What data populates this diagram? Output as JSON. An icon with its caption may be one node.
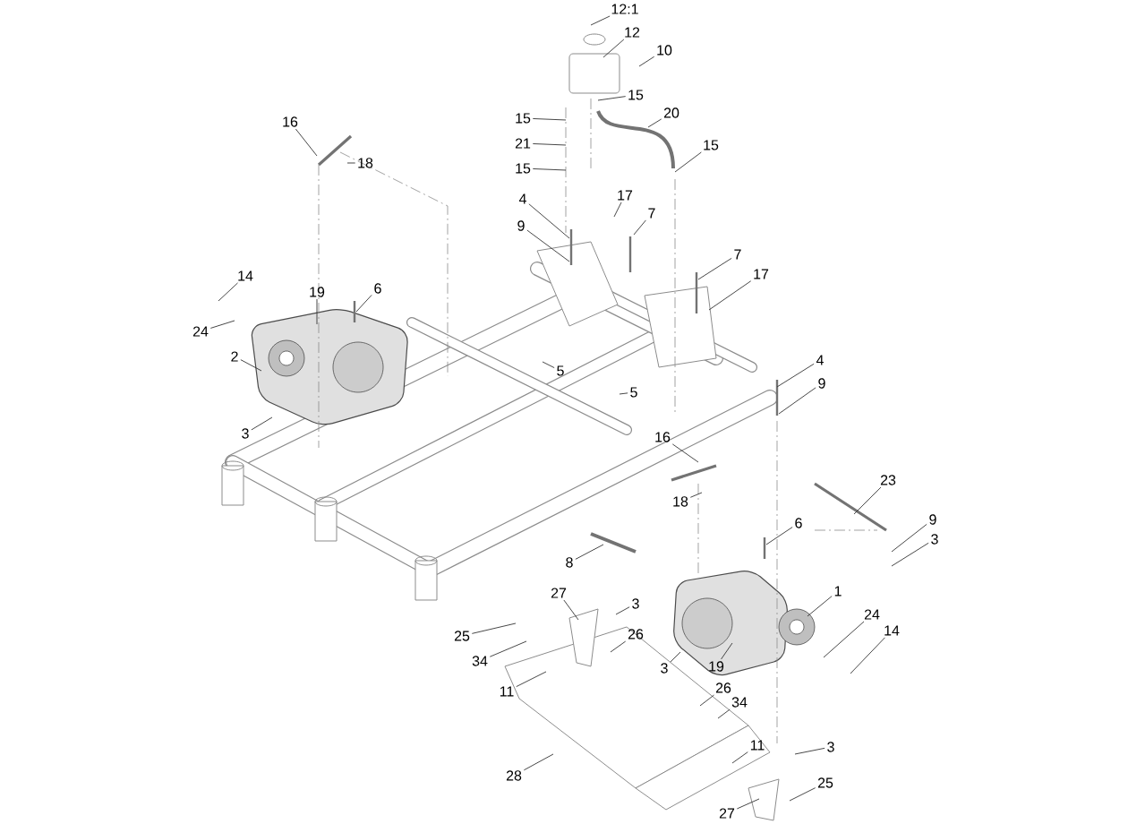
{
  "diagram": {
    "nodes": [
      {
        "text": [
          "12:1"
        ]
      },
      {
        "text": [
          "12"
        ]
      },
      {
        "text": [
          "10"
        ]
      },
      {
        "text": [
          "15"
        ]
      },
      {
        "text": [
          "20"
        ]
      },
      {
        "text": [
          "16"
        ]
      },
      {
        "text": [
          "15"
        ]
      },
      {
        "text": [
          "15"
        ]
      },
      {
        "text": [
          "21"
        ]
      },
      {
        "text": [
          "18"
        ]
      },
      {
        "text": [
          "15"
        ]
      },
      {
        "text": [
          "4"
        ]
      },
      {
        "text": [
          "17"
        ]
      },
      {
        "text": [
          "7"
        ]
      },
      {
        "text": [
          "9"
        ]
      },
      {
        "text": [
          "7"
        ]
      },
      {
        "text": [
          "17"
        ]
      },
      {
        "text": [
          "14"
        ]
      },
      {
        "text": [
          "6"
        ]
      },
      {
        "text": [
          "19"
        ]
      },
      {
        "text": [
          "24"
        ]
      },
      {
        "text": [
          "2"
        ]
      },
      {
        "text": [
          "4"
        ]
      },
      {
        "text": [
          "5"
        ]
      },
      {
        "text": [
          "9"
        ]
      },
      {
        "text": [
          "5"
        ]
      },
      {
        "text": [
          "3"
        ]
      },
      {
        "text": [
          "16"
        ]
      },
      {
        "text": [
          "23"
        ]
      },
      {
        "text": [
          "18"
        ]
      },
      {
        "text": [
          "9"
        ]
      },
      {
        "text": [
          "6"
        ]
      },
      {
        "text": [
          "3"
        ]
      },
      {
        "text": [
          "8"
        ]
      },
      {
        "text": [
          "1"
        ]
      },
      {
        "text": [
          "27"
        ]
      },
      {
        "text": [
          "3"
        ]
      },
      {
        "text": [
          "24"
        ]
      },
      {
        "text": [
          "14"
        ]
      },
      {
        "text": [
          "26"
        ]
      },
      {
        "text": [
          "25"
        ]
      },
      {
        "text": [
          "34"
        ]
      },
      {
        "text": [
          "19"
        ]
      },
      {
        "text": [
          "3"
        ]
      },
      {
        "text": [
          "11"
        ]
      },
      {
        "text": [
          "26"
        ]
      },
      {
        "text": [
          "34"
        ]
      },
      {
        "text": [
          "11"
        ]
      },
      {
        "text": [
          "3"
        ]
      },
      {
        "text": [
          "28"
        ]
      },
      {
        "text": [
          "25"
        ]
      },
      {
        "text": [
          "27"
        ]
      }
    ],
    "edges": [
      {
        "from": 0,
        "to": null,
        "arrow": "none"
      },
      {
        "from": 1,
        "to": null,
        "arrow": "none"
      },
      {
        "from": 2,
        "to": null,
        "arrow": "none"
      },
      {
        "from": 3,
        "to": null,
        "arrow": "none"
      },
      {
        "from": 4,
        "to": null,
        "arrow": "none"
      },
      {
        "from": 5,
        "to": null,
        "arrow": "none"
      },
      {
        "from": 6,
        "to": null,
        "arrow": "none"
      },
      {
        "from": 7,
        "to": null,
        "arrow": "none"
      },
      {
        "from": 8,
        "to": null,
        "arrow": "none"
      },
      {
        "from": 9,
        "to": null,
        "arrow": "none"
      },
      {
        "from": 10,
        "to": null,
        "arrow": "none"
      },
      {
        "from": 11,
        "to": null,
        "arrow": "none"
      },
      {
        "from": 12,
        "to": null,
        "arrow": "none"
      },
      {
        "from": 13,
        "to": null,
        "arrow": "none"
      },
      {
        "from": 14,
        "to": null,
        "arrow": "none"
      },
      {
        "from": 15,
        "to": null,
        "arrow": "none"
      },
      {
        "from": 16,
        "to": null,
        "arrow": "none"
      },
      {
        "from": 17,
        "to": null,
        "arrow": "none"
      },
      {
        "from": 18,
        "to": null,
        "arrow": "none"
      },
      {
        "from": 19,
        "to": null,
        "arrow": "none"
      },
      {
        "from": 20,
        "to": null,
        "arrow": "none"
      },
      {
        "from": 21,
        "to": null,
        "arrow": "none"
      },
      {
        "from": 22,
        "to": null,
        "arrow": "none"
      },
      {
        "from": 23,
        "to": null,
        "arrow": "none"
      },
      {
        "from": 24,
        "to": null,
        "arrow": "none"
      },
      {
        "from": 25,
        "to": null,
        "arrow": "none"
      },
      {
        "from": 26,
        "to": null,
        "arrow": "none"
      },
      {
        "from": 27,
        "to": null,
        "arrow": "none"
      },
      {
        "from": 28,
        "to": null,
        "arrow": "none"
      },
      {
        "from": 29,
        "to": null,
        "arrow": "none"
      },
      {
        "from": 30,
        "to": null,
        "arrow": "none"
      },
      {
        "from": 31,
        "to": null,
        "arrow": "none"
      },
      {
        "from": 32,
        "to": null,
        "arrow": "none"
      },
      {
        "from": 33,
        "to": null,
        "arrow": "none"
      },
      {
        "from": 34,
        "to": null,
        "arrow": "none"
      },
      {
        "from": 35,
        "to": null,
        "arrow": "none"
      },
      {
        "from": 36,
        "to": null,
        "arrow": "none"
      },
      {
        "from": 37,
        "to": null,
        "arrow": "none"
      },
      {
        "from": 38,
        "to": null,
        "arrow": "none"
      },
      {
        "from": 39,
        "to": null,
        "arrow": "none"
      },
      {
        "from": 40,
        "to": null,
        "arrow": "none"
      },
      {
        "from": 41,
        "to": null,
        "arrow": "none"
      },
      {
        "from": 42,
        "to": null,
        "arrow": "none"
      },
      {
        "from": 43,
        "to": null,
        "arrow": "none"
      },
      {
        "from": 44,
        "to": null,
        "arrow": "none"
      },
      {
        "from": 45,
        "to": null,
        "arrow": "none"
      },
      {
        "from": 46,
        "to": null,
        "arrow": "none"
      },
      {
        "from": 47,
        "to": null,
        "arrow": "none"
      },
      {
        "from": 48,
        "to": null,
        "arrow": "none"
      },
      {
        "from": 49,
        "to": null,
        "arrow": "none"
      },
      {
        "from": 50,
        "to": null,
        "arrow": "none"
      },
      {
        "from": 51,
        "to": null,
        "arrow": "none"
      }
    ]
  }
}
